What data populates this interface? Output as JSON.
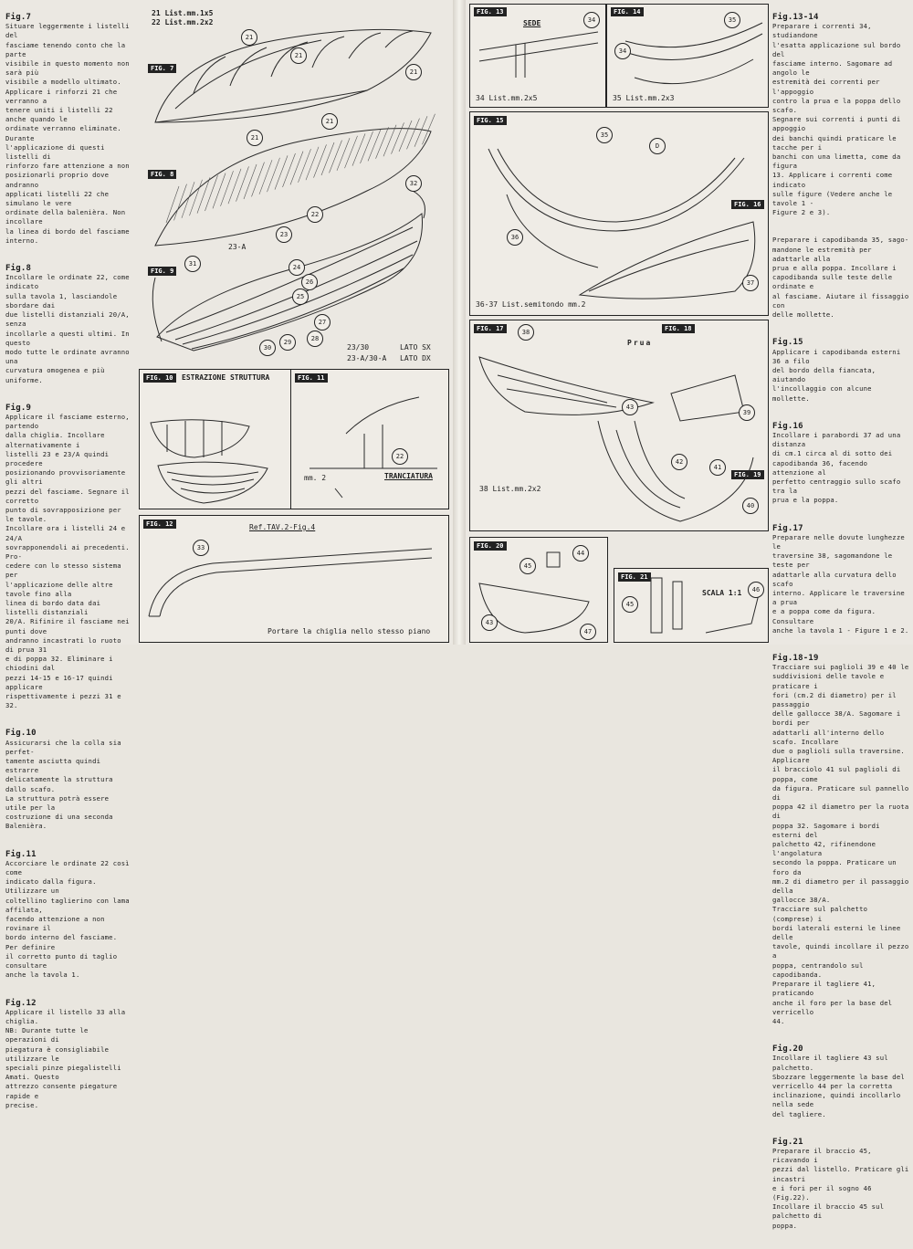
{
  "left_text": {
    "sections": [
      {
        "heading": "Fig.7",
        "body": "Situare leggermente i listelli del\nfasciame tenendo conto che la parte\nvisibile in questo momento non sarà più\nvisibile a modello ultimato.\nApplicare i rinforzi 21 che verranno a\ntenere uniti i listelli 22 anche quando le\nordinate verranno eliminate. Durante\nl'applicazione di questi listelli di\nrinforzo fare attenzione a non\nposizionarli proprio dove andranno\napplicati listelli 22 che simulano le vere\nordinate della balenièra. Non incollare\nla linea di bordo del fasciame interno."
      },
      {
        "heading": "Fig.8",
        "body": "Incollare le ordinate 22, come indicato\nsulla tavola 1, lasciandole sbordare dai\ndue listelli distanziali 20/A, senza\nincollarle a questi ultimi. In questo\nmodo tutte le ordinate avranno una\ncurvatura omogenea e più uniforme."
      },
      {
        "heading": "Fig.9",
        "body": "Applicare il fasciame esterno, partendo\ndalla chiglia. Incollare alternativamente i\nlistelli 23 e 23/A quindi procedere\nposizionando provvisoriamente gli altri\npezzi del fasciame. Segnare il corretto\npunto di sovrapposizione per le tavole.\nIncollare ora i listelli 24 e 24/A\nsovrapponendoli ai precedenti. Pro-\ncedere con lo stesso sistema per\nl'applicazione delle altre tavole fino alla\nlinea di bordo data dai listelli distanziali\n20/A. Rifinire il fasciame nei punti dove\nandranno incastrati lo ruoto di prua 31\ne di poppa 32. Eliminare i chiodini dal\npezzi 14-15 e 16-17 quindi applicare\nrispettivamente i pezzi 31 e 32."
      },
      {
        "heading": "Fig.10",
        "body": "Assicurarsi che la colla sia perfet-\ntamente asciutta quindi estrarre\ndelicatamente la struttura dallo scafo.\nLa struttura potrà essere utile per la\ncostruzione di una seconda Balenièra."
      },
      {
        "heading": "Fig.11",
        "body": "Accorciare le ordinate 22 così come\nindicato dalla figura. Utilizzare un\ncoltellino taglierino con lama affilata,\nfacendo attenzione a non rovinare il\nbordo interno del fasciame. Per definire\nil corretto punto di taglio consultare\nanche la tavola 1."
      },
      {
        "heading": "Fig.12",
        "body": "Applicare il listello 33 alla chiglia.\nNB: Durante tutte le operazioni di\npiegatura è consigliabile utilizzare le\nspeciali pinze piegalistelli Amati. Questo\nattrezzo consente piegature rapide e\nprecise."
      }
    ]
  },
  "right_text": {
    "sections": [
      {
        "heading": "Fig.13-14",
        "body": "Preparare i correnti 34, studiandone\nl'esatta applicazione sul bordo del\nfasciame interno. Sagomare ad angolo le\nestremità dei correnti per l'appoggio\ncontro la prua e la poppa dello scafo.\nSegnare sui correnti i punti di appoggio\ndei banchi quindi praticare le tacche per i\nbanchi con una limetta, come da figura\n13. Applicare i correnti come indicato\nsulle figure (Vedere anche le tavole 1 -\nFigure 2 e 3)."
      },
      {
        "heading": "",
        "body": "Preparare i capodibanda 35, sago-\nmandone le estremità per adattarle alla\nprua e alla poppa. Incollare i\ncapodibanda sulle teste delle ordinate e\nal fasciame. Aiutare il fissaggio con\ndelle mollette."
      },
      {
        "heading": "Fig.15",
        "body": "Applicare i capodibanda esterni 36 a filo\ndel bordo della fiancata, aiutando\nl'incollaggio con alcune mollette."
      },
      {
        "heading": "Fig.16",
        "body": "Incollare i parabordi 37 ad una distanza\ndi cm.1 circa al di sotto dei\ncapodibanda 36, facendo attenzione al\nperfetto centraggio sullo scafo tra la\nprua e la poppa."
      },
      {
        "heading": "Fig.17",
        "body": "Preparare nelle dovute lunghezze le\ntraversine 38, sagomandone le teste per\nadattarle alla curvatura dello scafo\ninterno. Applicare le traversine a prua\ne a poppa come da figura. Consultare\nanche la tavola 1 - Figure 1 e 2."
      },
      {
        "heading": "Fig.18-19",
        "body": "Tracciare sui paglioli 39 e 40 le\nsuddivisioni delle tavole e praticare i\nfori (cm.2 di diametro) per il passaggio\ndelle gallocce 38/A. Sagomare i bordi per\nadattarli all'interno dello scafo. Incollare\ndue o paglioli sulla traversine. Applicare\nil bracciolo 41 sul paglioli di poppa, come\nda figura. Praticare sul pannello di\npoppa 42 il diametro per la ruota di\npoppa 32. Sagomare i bordi esterni del\npalchetto 42, rifinendone l'angolatura\nsecondo la poppa. Praticare un foro da\nmm.2 di diametro per il passaggio della\ngallocce 38/A.\nTracciare sul palchetto (comprese) i\nbordi laterali esterni le linee delle\ntavole, quindi incollare il pezzo a\npoppa, centrandolo sul capodibanda.\nPreparare il tagliere 41, praticando\nanche il foro per la base del verricello\n44."
      },
      {
        "heading": "Fig.20",
        "body": "Incollare il tagliere 43 sul palchetto.\nSbozzare leggermente la base del\nverricello 44 per la corretta\ninclinazione, quindi incollarlo nella sede\ndel tagliere."
      },
      {
        "heading": "Fig.21",
        "body": "Preparare il braccio 45, ricavando i\npezzi dal listello. Praticare gli incastri\ne i fori per il sogno 46 (Fig.22).\nIncollare il braccio 45 sul palchetto di\npoppa."
      }
    ]
  },
  "figures": {
    "fig7": {
      "label": "FIG. 7",
      "list_top": "21 List.mm.1x5",
      "list_bottom": "22 List.mm.2x2",
      "callouts": [
        "21",
        "21",
        "21",
        "21",
        "21"
      ]
    },
    "fig8": {
      "label": "FIG. 8",
      "callouts": [
        "22"
      ]
    },
    "fig9": {
      "label": "FIG. 9",
      "callouts": [
        "31",
        "32",
        "23",
        "23-A",
        "24",
        "25",
        "26",
        "27",
        "28",
        "29",
        "30"
      ],
      "caption_left": "23/30",
      "caption_left2": "23-A/30-A",
      "caption_right": "LATO SX",
      "caption_right2": "LATO DX"
    },
    "fig10": {
      "label": "FIG. 10",
      "title": "ESTRAZIONE STRUTTURA"
    },
    "fig11": {
      "label": "FIG. 11",
      "callouts": [
        "22"
      ],
      "measure": "mm. 2",
      "caption": "TRANCIATURA"
    },
    "fig12": {
      "label": "FIG. 12",
      "ref": "Ref.TAV.2-Fig.4",
      "callouts": [
        "33"
      ],
      "note": "Portare la chiglia nello stesso piano"
    },
    "fig13": {
      "label": "FIG. 13",
      "title": "SEDE",
      "callouts": [
        "34"
      ],
      "list": "34 List.mm.2x5"
    },
    "fig14": {
      "label": "FIG. 14",
      "callouts": [
        "35",
        "34"
      ],
      "list": "35 List.mm.2x3"
    },
    "fig15": {
      "label": "FIG. 15",
      "callouts": [
        "35",
        "36"
      ],
      "marker": "D"
    },
    "fig16": {
      "label": "FIG. 16",
      "callouts": [
        "37"
      ],
      "list": "36-37 List.semitondo mm.2"
    },
    "fig17": {
      "label": "FIG. 17",
      "callouts": [
        "38"
      ],
      "list": "38 List.mm.2x2"
    },
    "fig18": {
      "label": "FIG. 18",
      "callouts": [
        "39"
      ],
      "prua": "Prua"
    },
    "fig19": {
      "label": "FIG. 19",
      "callouts": [
        "43",
        "42",
        "41",
        "40"
      ]
    },
    "fig20": {
      "label": "FIG. 20",
      "callouts": [
        "45",
        "44",
        "43",
        "47"
      ]
    },
    "fig21": {
      "label": "FIG. 21",
      "callouts": [
        "45",
        "46"
      ],
      "scale": "SCALA 1:1"
    }
  }
}
